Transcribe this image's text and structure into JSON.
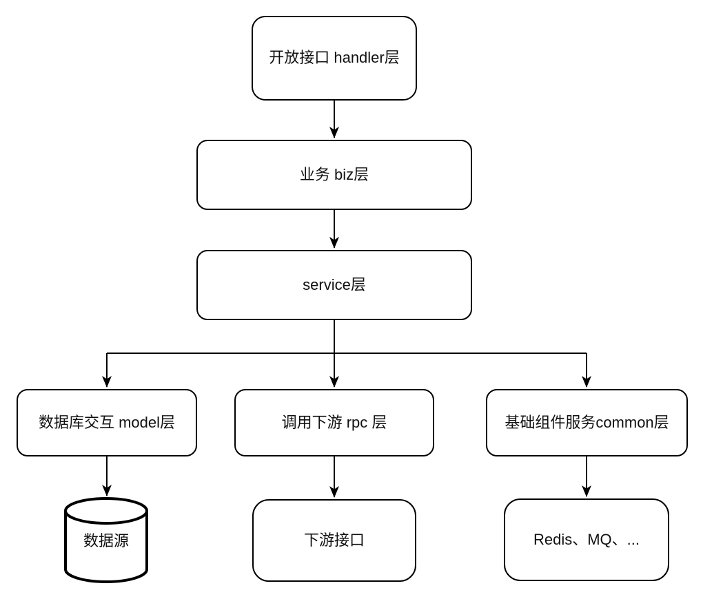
{
  "diagram": {
    "nodes": {
      "handler": {
        "label": "开放接口 handler层"
      },
      "biz": {
        "label": "业务 biz层"
      },
      "service": {
        "label": "service层"
      },
      "model": {
        "label": "数据库交互 model层"
      },
      "rpc": {
        "label": "调用下游 rpc 层"
      },
      "common": {
        "label": "基础组件服务common层"
      },
      "datasource": {
        "label": "数据源",
        "shape": "cylinder"
      },
      "downstream": {
        "label": "下游接口"
      },
      "redis": {
        "label": "Redis、MQ、..."
      }
    },
    "colors": {
      "stroke": "#000000",
      "background": "#ffffff",
      "text": "#111111"
    }
  }
}
